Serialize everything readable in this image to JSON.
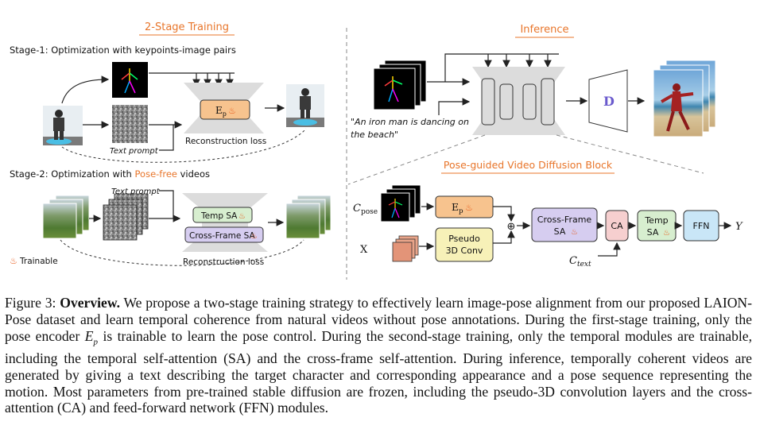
{
  "figure": {
    "title_training": "2-Stage Training",
    "title_inference": "Inference",
    "stage1_label": "Stage-1: Optimization with keypoints-image pairs",
    "stage2_prefix": "Stage-2: Optimization with ",
    "stage2_highlight": "Pose-free",
    "stage2_suffix": " videos",
    "encoder_label": "E",
    "encoder_sub": "p",
    "text_prompt": "Text prompt",
    "reconstruction_loss": "Reconstruction loss",
    "temp_sa": "Temp SA",
    "cross_frame_sa": "Cross-Frame SA",
    "trainable_legend": "Trainable",
    "inference_prompt_line1": "\"An iron man is dancing on",
    "inference_prompt_line2": "the beach\"",
    "decoder_label": "D",
    "block_title": "Pose-guided Video Diffusion Block",
    "c_pose": "C",
    "c_pose_sub": "pose",
    "x_input": "X",
    "pseudo_line1": "Pseudo",
    "pseudo_line2": "3D Conv",
    "cross_frame_line1": "Cross-Frame",
    "cross_frame_line2": "SA",
    "ca": "CA",
    "temp_line1": "Temp",
    "temp_line2": "SA",
    "ffn": "FFN",
    "y_output": "Y",
    "c_text": "C",
    "c_text_sub": "text",
    "plus": "⊕",
    "fire_icon": "fire-icon",
    "colors": {
      "accent_orange": "#e8752a",
      "encoder_fill": "#f7c38e",
      "green_fill": "#d7eecf",
      "purple_fill": "#d6cdf0",
      "pink_fill": "#f6cfcf",
      "yellow_fill": "#f7f1b8",
      "unet_gray": "#dcdcdc"
    }
  },
  "caption": {
    "label": "Figure 3:",
    "bold": "Overview.",
    "text1": " We propose a two-stage training strategy to effectively learn image-pose alignment from our proposed LAION-Pose dataset and learn temporal coherence from natural videos without pose annotations. During the first-stage training, only the pose encoder ",
    "ep": "E",
    "ep_sub": "p",
    "text2": " is trainable to learn the pose control. During the second-stage training, only the temporal modules are trainable, including the temporal self-attention (SA) and the cross-frame self-attention. During inference, temporally coherent videos are generated by giving a text describing the target character and corresponding appearance and a pose sequence representing the motion. Most parameters from pre-trained stable diffusion are frozen, including the pseudo-3D convolution layers and the cross-attention (CA) and feed-forward network (FFN) modules."
  }
}
